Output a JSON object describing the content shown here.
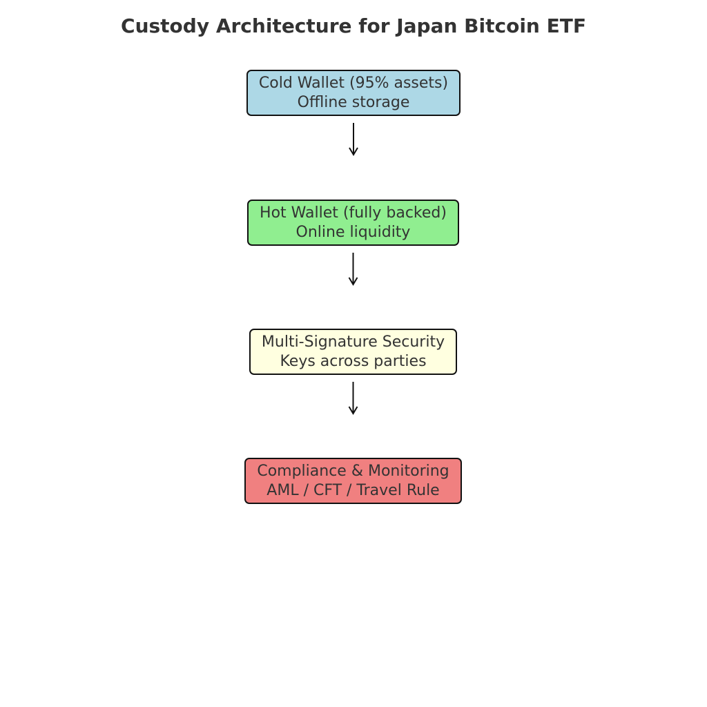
{
  "title": "Custody Architecture for Japan Bitcoin ETF",
  "nodes": [
    {
      "line1": "Cold Wallet (95% assets)",
      "line2": "Offline storage",
      "color": "#add8e6"
    },
    {
      "line1": "Hot Wallet (fully backed)",
      "line2": "Online liquidity",
      "color": "#90ee90"
    },
    {
      "line1": "Multi-Signature Security",
      "line2": "Keys across parties",
      "color": "#ffffe0"
    },
    {
      "line1": "Compliance & Monitoring",
      "line2": "AML / CFT / Travel Rule",
      "color": "#f08080"
    }
  ],
  "edges": [
    {
      "from": 0,
      "to": 1
    },
    {
      "from": 1,
      "to": 2
    },
    {
      "from": 2,
      "to": 3
    }
  ]
}
